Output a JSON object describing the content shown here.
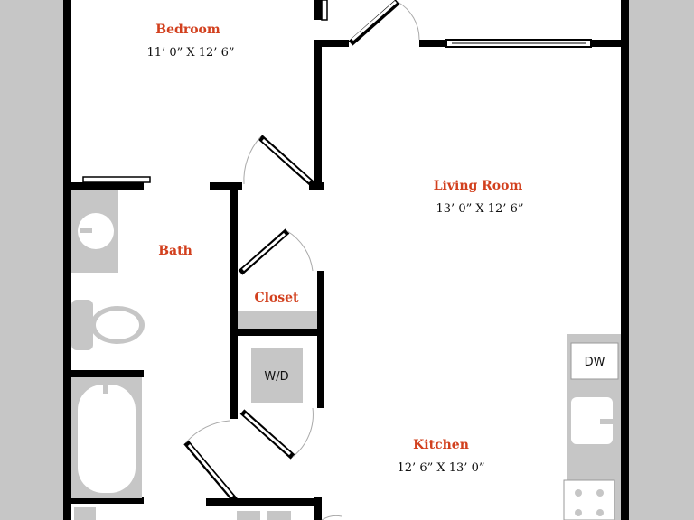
{
  "rooms": {
    "bedroom": {
      "name": "Bedroom",
      "dims": "11’ 0” X 12’ 6”"
    },
    "living_room": {
      "name": "Living Room",
      "dims": "13’ 0” X 12’ 6”"
    },
    "bath": {
      "name": "Bath"
    },
    "closet": {
      "name": "Closet"
    },
    "kitchen": {
      "name": "Kitchen",
      "dims": "12’ 6” X 13’ 0”"
    }
  },
  "fixtures": {
    "washer_dryer": "W/D",
    "dishwasher": "DW"
  },
  "colors": {
    "background": "#c6c6c6",
    "floor": "#ffffff",
    "wall": "#000000",
    "fixture": "#c6c6c6",
    "label": "#d2401e",
    "text": "#111111"
  }
}
